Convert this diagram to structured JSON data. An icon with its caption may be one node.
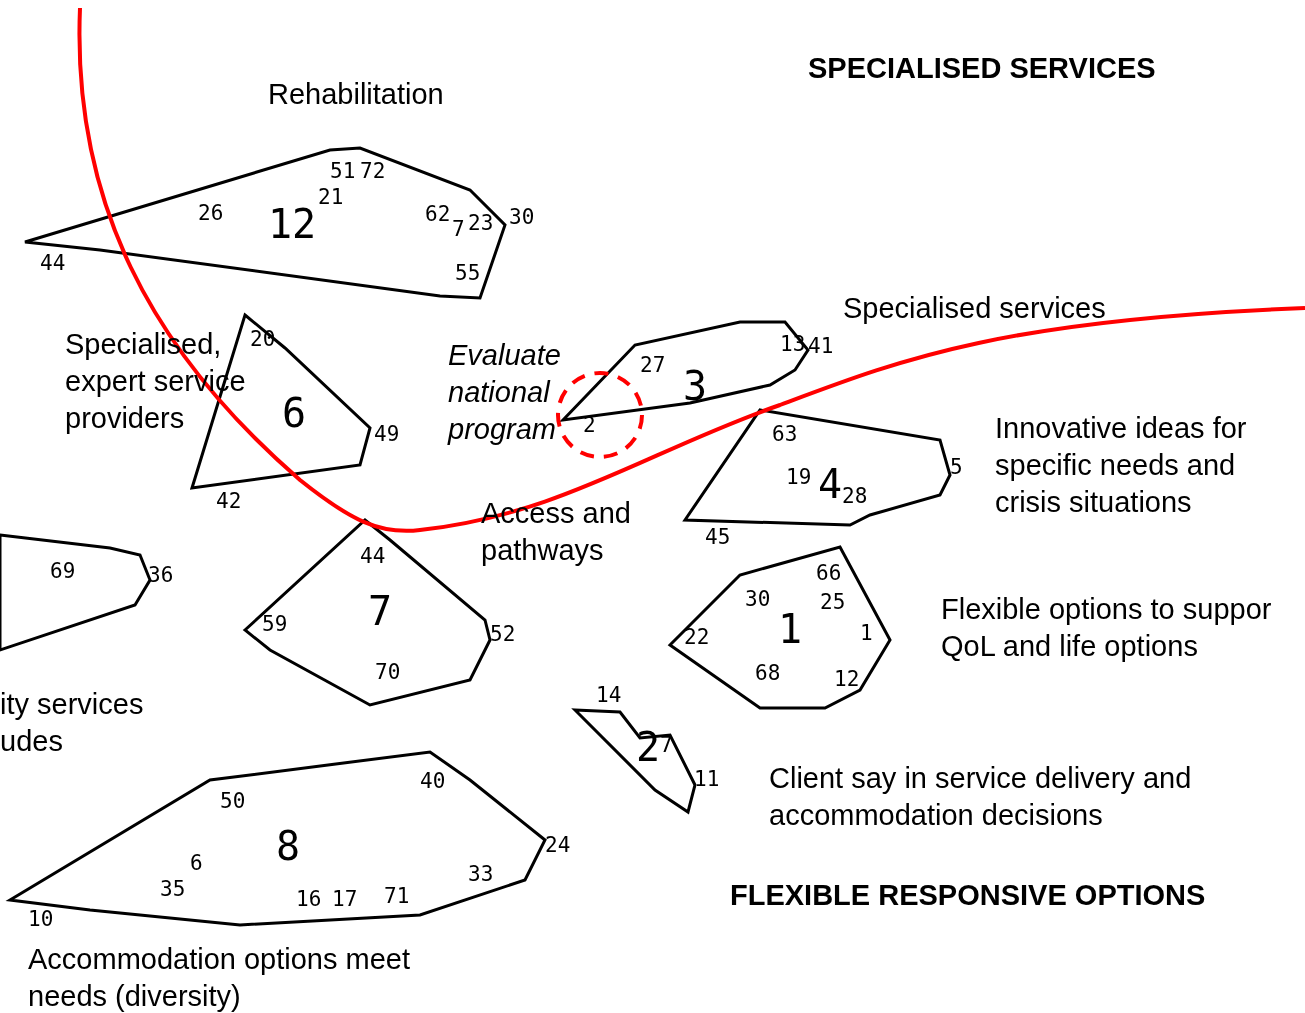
{
  "diagram": {
    "nodes": [
      {
        "text": [
          "12"
        ]
      },
      {
        "text": [
          "6"
        ]
      },
      {
        "text": [
          "3"
        ]
      },
      {
        "text": [
          "4"
        ]
      },
      {
        "text": [],
        "shape": "polygon"
      },
      {
        "text": [
          "7"
        ]
      },
      {
        "text": [
          "1"
        ]
      },
      {
        "text": [
          "2"
        ]
      },
      {
        "text": [
          "8"
        ]
      }
    ],
    "labels": [
      "SPECIALISED SERVICES",
      "Rehabilitation",
      "51",
      "72",
      "21",
      "26",
      "62",
      "7",
      "23",
      "30",
      "44",
      "55",
      "Specialised services",
      "20",
      "13",
      "41",
      "27",
      "Specialised, expert service providers",
      "Evaluate national program",
      "2",
      "Innovative ideas for specific needs and crisis situations",
      "49",
      "63",
      "19",
      "5",
      "42",
      "28",
      "45",
      "Access and pathways",
      "44",
      "69",
      "36",
      "66",
      "30",
      "25",
      "Flexible options to suppor QoL and life options",
      "59",
      "52",
      "22",
      "1",
      "70",
      "68",
      "12",
      "ity services udes",
      "14",
      "7",
      "11",
      "Client say in service delivery and accommodation decisions",
      "40",
      "50",
      "6",
      "24",
      "35",
      "33",
      "16",
      "17",
      "71",
      "10",
      "FLEXIBLE RESPONSIVE OPTIONS",
      "Accommodation options meet needs (diversity)"
    ]
  }
}
